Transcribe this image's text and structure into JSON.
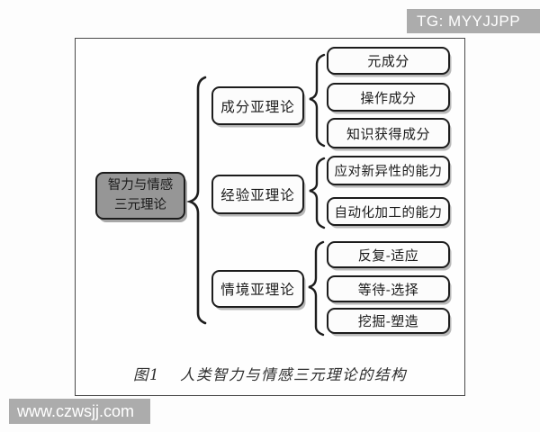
{
  "watermarks": {
    "top_right": "TG: MYYJJPP",
    "bottom_left": "www.czwsjj.com"
  },
  "diagram": {
    "root": {
      "line1": "智力与情感",
      "line2": "三元理论"
    },
    "groups": [
      {
        "label": "成分亚理论",
        "children": [
          "元成分",
          "操作成分",
          "知识获得成分"
        ]
      },
      {
        "label": "经验亚理论",
        "children": [
          "应对新异性的能力",
          "自动化加工的能力"
        ]
      },
      {
        "label": "情境亚理论",
        "children": [
          "反复-适应",
          "等待-选择",
          "挖掘-塑造"
        ]
      }
    ],
    "caption": {
      "prefix": "图1",
      "text": "人类智力与情感三元理论的结构"
    }
  },
  "colors": {
    "node_border": "#1c1c1c",
    "root_fill": "#969696",
    "box_fill": "#fcfcfc",
    "frame_border": "#4a4a4a",
    "watermark_bg": "#acacac",
    "watermark_text": "#ffffff",
    "shadow_gray": "#7d7d7d"
  }
}
